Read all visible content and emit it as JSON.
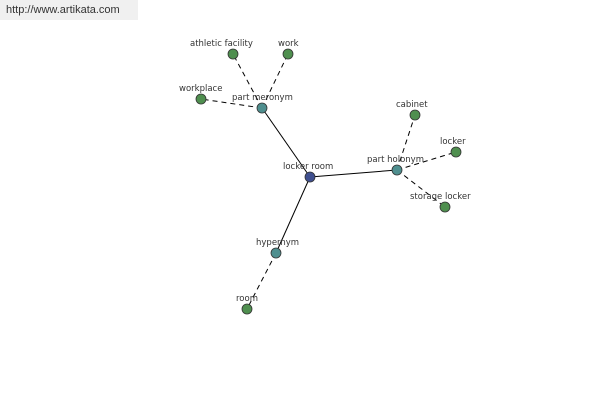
{
  "header": {
    "url_text": "http://www.artikata.com"
  },
  "colors": {
    "center": "#3f4f8f",
    "relation": "#4f8f8f",
    "leaf": "#4f8f4f",
    "edge": "#000000"
  },
  "nodes": [
    {
      "id": "locker-room",
      "label": "locker room",
      "kind": "center"
    },
    {
      "id": "part-meronym",
      "label": "part meronym",
      "kind": "relation"
    },
    {
      "id": "part-holonym",
      "label": "part holonym",
      "kind": "relation"
    },
    {
      "id": "hypernym",
      "label": "hypernym",
      "kind": "relation"
    },
    {
      "id": "athletic-facility",
      "label": "athletic facility",
      "kind": "leaf"
    },
    {
      "id": "work",
      "label": "work",
      "kind": "leaf"
    },
    {
      "id": "workplace",
      "label": "workplace",
      "kind": "leaf"
    },
    {
      "id": "cabinet",
      "label": "cabinet",
      "kind": "leaf"
    },
    {
      "id": "locker",
      "label": "locker",
      "kind": "leaf"
    },
    {
      "id": "storage-locker",
      "label": "storage locker",
      "kind": "leaf"
    },
    {
      "id": "room",
      "label": "room",
      "kind": "leaf"
    }
  ],
  "edges": [
    {
      "from": "locker-room",
      "to": "part-meronym",
      "style": "solid"
    },
    {
      "from": "locker-room",
      "to": "part-holonym",
      "style": "solid"
    },
    {
      "from": "locker-room",
      "to": "hypernym",
      "style": "solid"
    },
    {
      "from": "part-meronym",
      "to": "athletic-facility",
      "style": "dashed"
    },
    {
      "from": "part-meronym",
      "to": "work",
      "style": "dashed"
    },
    {
      "from": "part-meronym",
      "to": "workplace",
      "style": "dashed"
    },
    {
      "from": "part-holonym",
      "to": "cabinet",
      "style": "dashed"
    },
    {
      "from": "part-holonym",
      "to": "locker",
      "style": "dashed"
    },
    {
      "from": "part-holonym",
      "to": "storage-locker",
      "style": "dashed"
    },
    {
      "from": "hypernym",
      "to": "room",
      "style": "dashed"
    }
  ]
}
